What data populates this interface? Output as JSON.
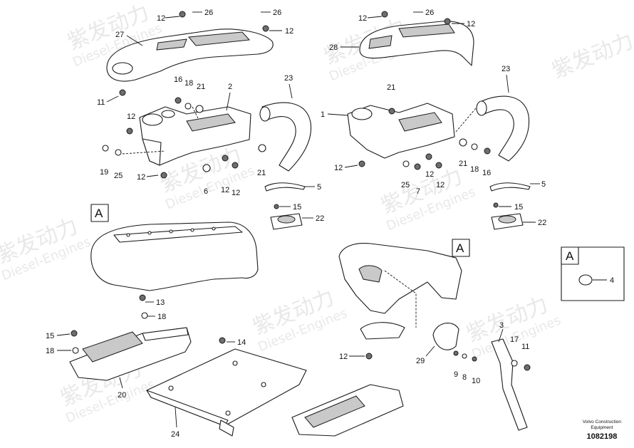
{
  "labels": [
    "1",
    "2",
    "3",
    "4",
    "5",
    "6",
    "7",
    "8",
    "9",
    "10",
    "11",
    "12",
    "13",
    "14",
    "15",
    "16",
    "17",
    "18",
    "19",
    "20",
    "21",
    "22",
    "23",
    "24",
    "25",
    "26",
    "27",
    "28",
    "29"
  ],
  "view_letter": "A",
  "watermark": {
    "cn": "紫发动力",
    "en": "Diesel-Engines"
  },
  "footer": {
    "brand_line1": "Volvo Construction",
    "brand_line2": "Equipment",
    "drawing_number": "1082198"
  }
}
